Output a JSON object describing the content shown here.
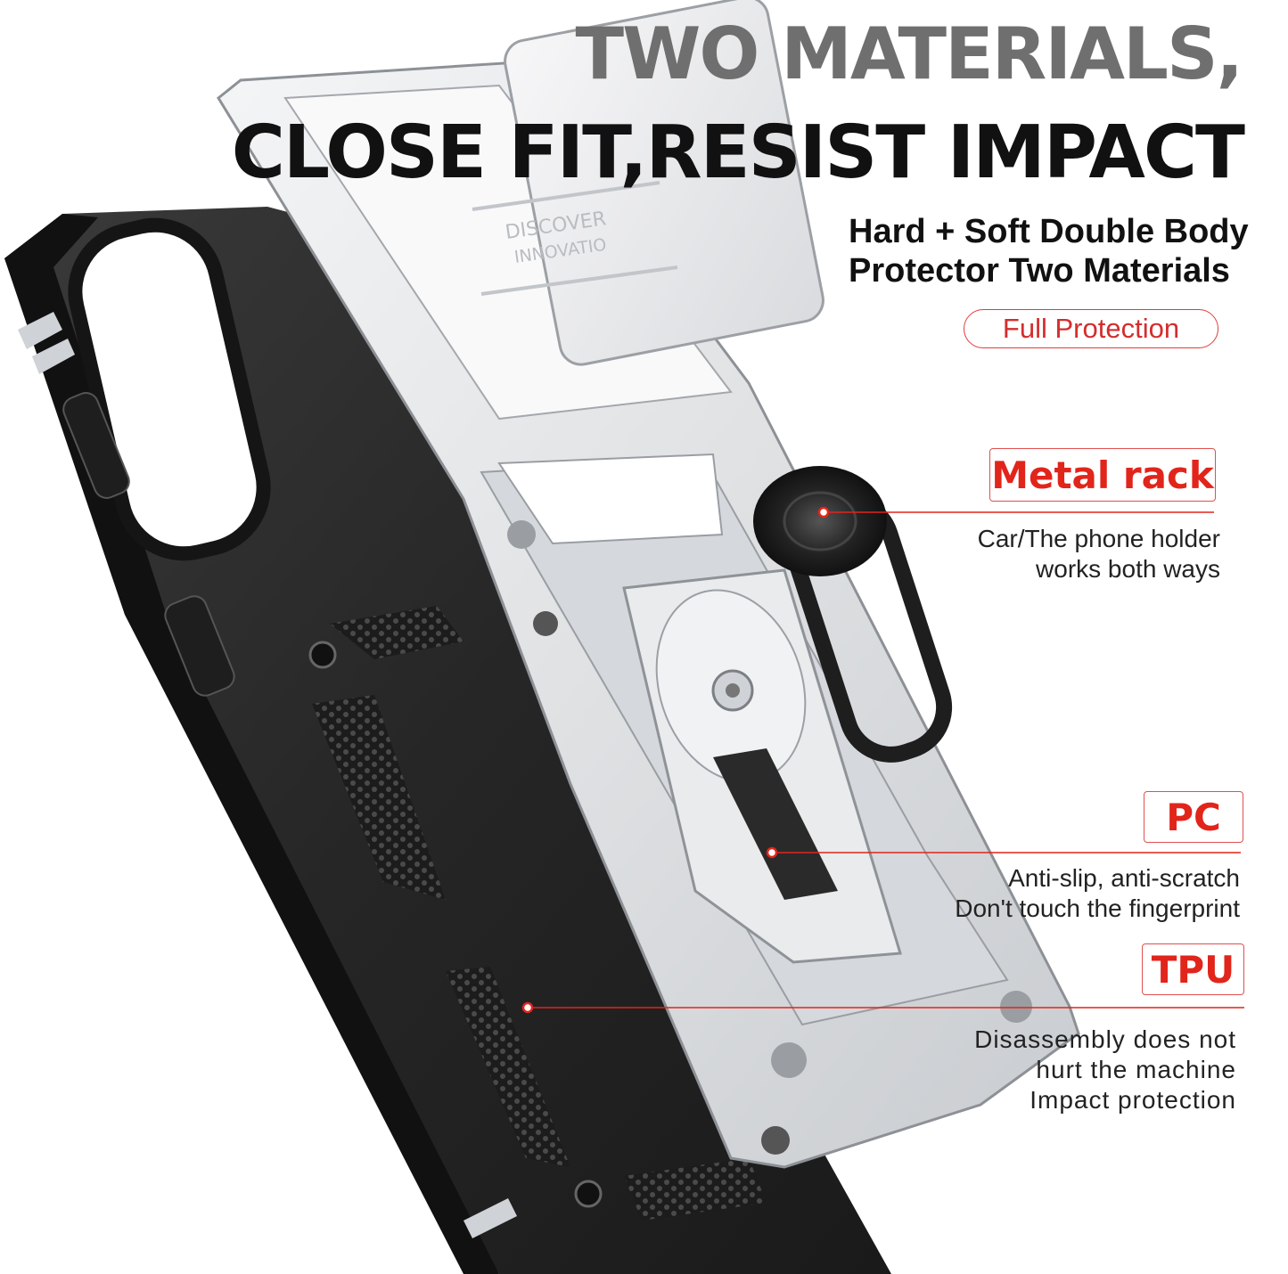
{
  "headline": {
    "line1": "TWO MATERIALS,",
    "line2": "CLOSE FIT,RESIST IMPACT"
  },
  "subheading": {
    "line1": "Hard + Soft Double Body",
    "line2": "Protector Two Materials"
  },
  "badge": "Full Protection",
  "features": {
    "metal": {
      "label": "Metal rack",
      "line1": "Car/The phone holder",
      "line2": "works both ways"
    },
    "pc": {
      "label": "PC",
      "line1": "Anti-slip, anti-scratch",
      "line2": "Don't touch the fingerprint"
    },
    "tpu": {
      "label": "TPU",
      "line1": "Disassembly does not",
      "line2": "hurt the machine",
      "line3": "Impact protection"
    }
  },
  "slider_text": {
    "line1": "DISCOVER",
    "line2": "INNOVATIO"
  },
  "colors": {
    "accent_red": "#e1251b",
    "case_black": "#2b2b2b",
    "frame_silver": "#e6e8ea"
  }
}
